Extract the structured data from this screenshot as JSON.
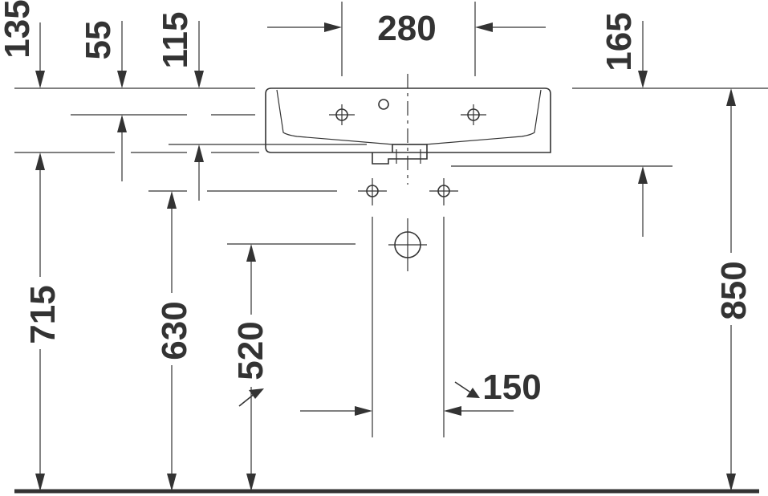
{
  "drawing": {
    "colors": {
      "ink": "#333333",
      "background": "#ffffff"
    },
    "dimensions": {
      "top_135": "135",
      "top_55": "55",
      "top_115": "115",
      "top_280": "280",
      "top_165": "165",
      "left_715": "715",
      "left_630": "630",
      "left_520": "520",
      "right_850": "850",
      "spacing_150": "150"
    }
  }
}
